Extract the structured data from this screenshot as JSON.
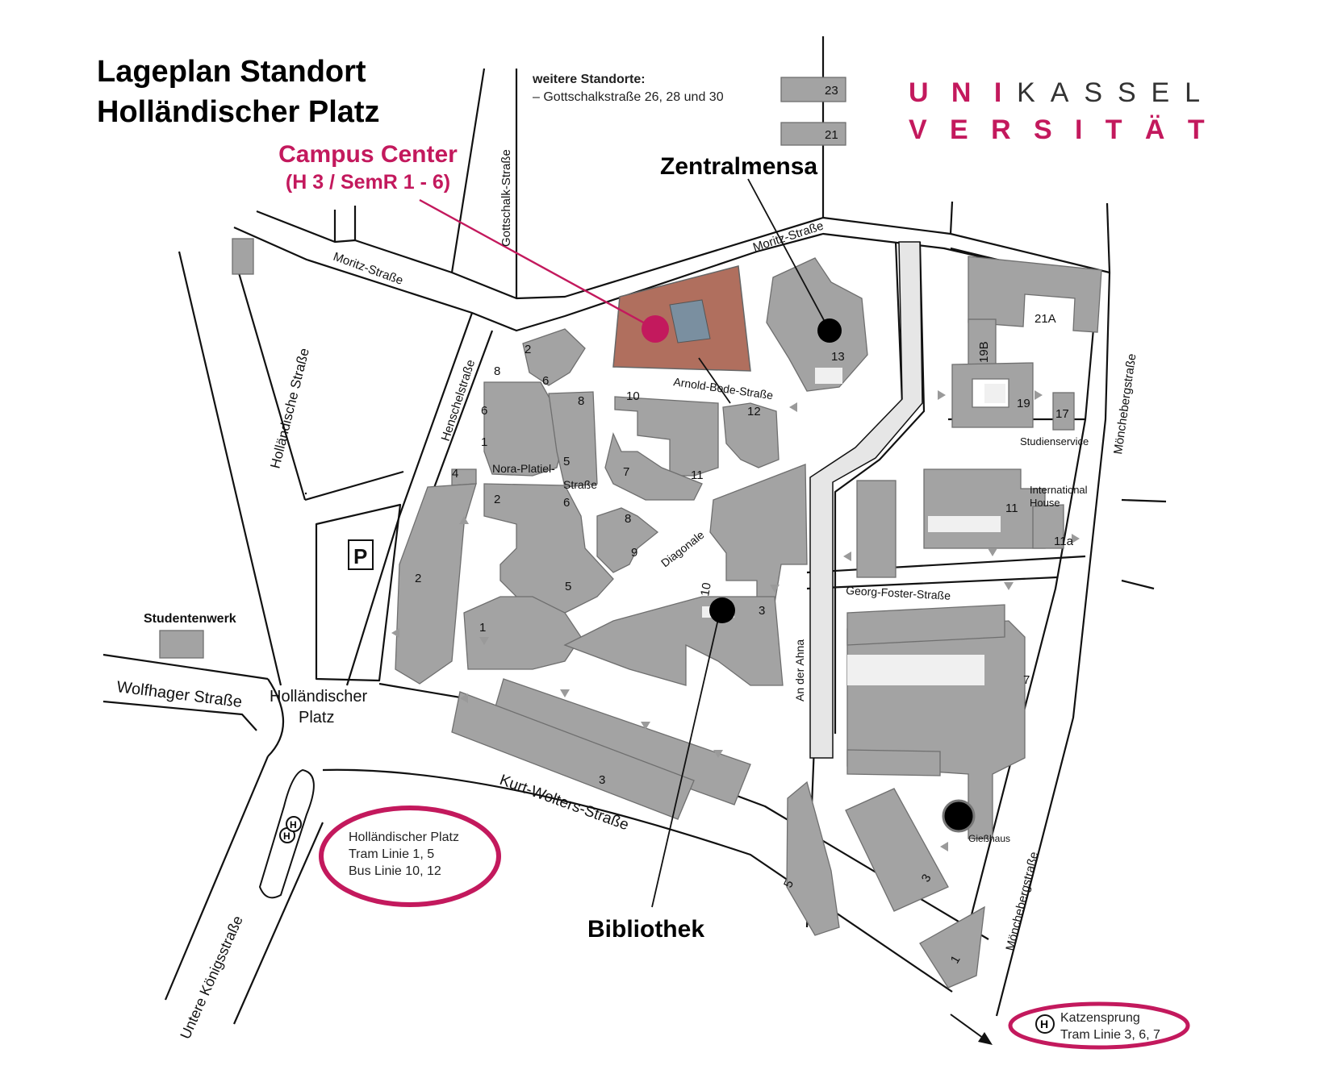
{
  "map": {
    "title_line1": "Lageplan Standort",
    "title_line2": "Holländischer Platz",
    "other_locations": {
      "heading": "weitere Standorte:",
      "item": "– Gottschalkstraße 26, 28 und 30"
    },
    "logo": {
      "row1": [
        "U",
        "N",
        "I",
        "K",
        "A",
        "S",
        "S",
        "E",
        "L"
      ],
      "row2": [
        "V",
        "E",
        "R",
        "S",
        "I",
        "T",
        "Ä",
        "T"
      ]
    },
    "campus_center": {
      "name": "Campus Center",
      "sub": "(H  3 /  SemR 1 - 6)"
    },
    "zentralmensa": "Zentralmensa",
    "bibliothek": "Bibliothek",
    "streets": {
      "moritz_west": "Moritz-Straße",
      "moritz_east": "Moritz-Straße",
      "gottschalk": "Gottschalk-Straße",
      "hollaendische": "Holländische Straße",
      "henschel": "Henschelstraße",
      "arnold_bode": "Arnold-Bode-Straße",
      "nora_platiel_1": "Nora-Platiel-",
      "nora_platiel_2": "Straße",
      "diagonale": "Diagonale",
      "georg_foster": "Georg-Foster-Straße",
      "an_der_ahna": "An der Ahna",
      "moenchebergstr_north": "Mönchebergstraße",
      "moenchebergstr_south": "Mönchebergstraße",
      "wolfhager": "Wolfhager Straße",
      "kurt_wolters": "Kurt-Wolters-Straße",
      "untere_koenigs": "Untere Königsstraße"
    },
    "places": {
      "hollaendischer_platz_1": "Holländischer",
      "hollaendischer_platz_2": "Platz",
      "studentenwerk": "Studentenwerk",
      "parking": "P",
      "studienservice": "Studienservice",
      "international_1": "International",
      "international_2": "House",
      "giesshaus": "Gießhaus"
    },
    "building_numbers": [
      "23",
      "21",
      "21A",
      "19B",
      "19",
      "17",
      "11",
      "11a",
      "7",
      "13",
      "12",
      "10",
      "8",
      "7",
      "11",
      "2",
      "8",
      "6",
      "6",
      "1",
      "5",
      "4",
      "2",
      "6",
      "8",
      "9",
      "2",
      "5",
      "1",
      "10",
      "3",
      "3",
      "5",
      "3",
      "1"
    ],
    "stops": {
      "hp_line1": "Holländischer Platz",
      "hp_line2": "Tram Linie 1, 5",
      "hp_line3": "Bus Linie 10, 12",
      "hp_symbol": "H",
      "kz_line1": "Katzensprung",
      "kz_line2": "Tram Linie 3, 6, 7",
      "kz_symbol": "H"
    },
    "colors": {
      "building": "#a3a3a3",
      "accent": "#c3195d",
      "road": "#000000"
    }
  }
}
